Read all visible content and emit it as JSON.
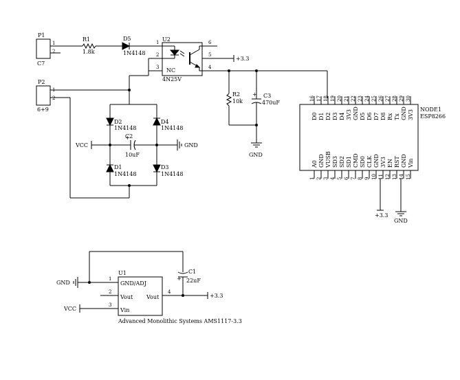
{
  "P1": {
    "ref": "P1",
    "value": "C7",
    "pin1": "1",
    "pin2": "2"
  },
  "P2": {
    "ref": "P2",
    "value": "6+9",
    "pin1": "1",
    "pin2": "2"
  },
  "R1": {
    "ref": "R1",
    "value": "1.8k"
  },
  "D5": {
    "ref": "D5",
    "value": "1N4148"
  },
  "U2": {
    "ref": "U2",
    "value": "4N25V",
    "nc": "NC",
    "pins": [
      "1",
      "2",
      "3",
      "4",
      "5",
      "6"
    ]
  },
  "R2": {
    "ref": "R2",
    "value": "10k"
  },
  "C3": {
    "ref": "C3",
    "value": "470uF",
    "polarity": "+"
  },
  "D2": {
    "ref": "D2",
    "value": "1N4148"
  },
  "D4": {
    "ref": "D4",
    "value": "1N4148"
  },
  "D1": {
    "ref": "D1",
    "value": "1N4148"
  },
  "D3": {
    "ref": "D3",
    "value": "1N4148"
  },
  "C2": {
    "ref": "C2",
    "value": "10uF",
    "polarity": "+"
  },
  "C1": {
    "ref": "C1",
    "value": "22uF",
    "polarity": "+"
  },
  "U1": {
    "ref": "U1",
    "value": "Advanced Monolithic Systems AMS1117-3.3",
    "pins": [
      {
        "num": "1",
        "name": "GND/ADJ"
      },
      {
        "num": "2",
        "name": "Vout"
      },
      {
        "num": "3",
        "name": "Vin"
      },
      {
        "num": "4",
        "name": "Vout"
      }
    ]
  },
  "NODE1": {
    "ref": "NODE1",
    "value": "ESP8266",
    "top_pins": [
      {
        "num": "16",
        "name": "D0"
      },
      {
        "num": "17",
        "name": "D1"
      },
      {
        "num": "18",
        "name": "D2"
      },
      {
        "num": "19",
        "name": "D3"
      },
      {
        "num": "20",
        "name": "D4"
      },
      {
        "num": "21",
        "name": "3V3"
      },
      {
        "num": "22",
        "name": "GND"
      },
      {
        "num": "23",
        "name": "D5"
      },
      {
        "num": "24",
        "name": "D6"
      },
      {
        "num": "25",
        "name": "D7"
      },
      {
        "num": "26",
        "name": "D8"
      },
      {
        "num": "27",
        "name": "Rx"
      },
      {
        "num": "28",
        "name": "Tx"
      },
      {
        "num": "29",
        "name": "GND"
      },
      {
        "num": "30",
        "name": "3V3"
      }
    ],
    "bottom_pins": [
      {
        "num": "1",
        "name": "A0"
      },
      {
        "num": "2",
        "name": "GND"
      },
      {
        "num": "3",
        "name": "VUSB"
      },
      {
        "num": "4",
        "name": "SD3"
      },
      {
        "num": "5",
        "name": "SD2"
      },
      {
        "num": "6",
        "name": "SD1"
      },
      {
        "num": "7",
        "name": "CMD"
      },
      {
        "num": "8",
        "name": "SD0"
      },
      {
        "num": "9",
        "name": "CLK"
      },
      {
        "num": "10",
        "name": "GND"
      },
      {
        "num": "11",
        "name": "3V3"
      },
      {
        "num": "12",
        "name": "EN"
      },
      {
        "num": "13",
        "name": "RST"
      },
      {
        "num": "14",
        "name": "GND"
      },
      {
        "num": "15",
        "name": "Vin"
      }
    ]
  },
  "nets": {
    "vcc": "VCC",
    "gnd": "GND",
    "v33": "+3.3"
  }
}
